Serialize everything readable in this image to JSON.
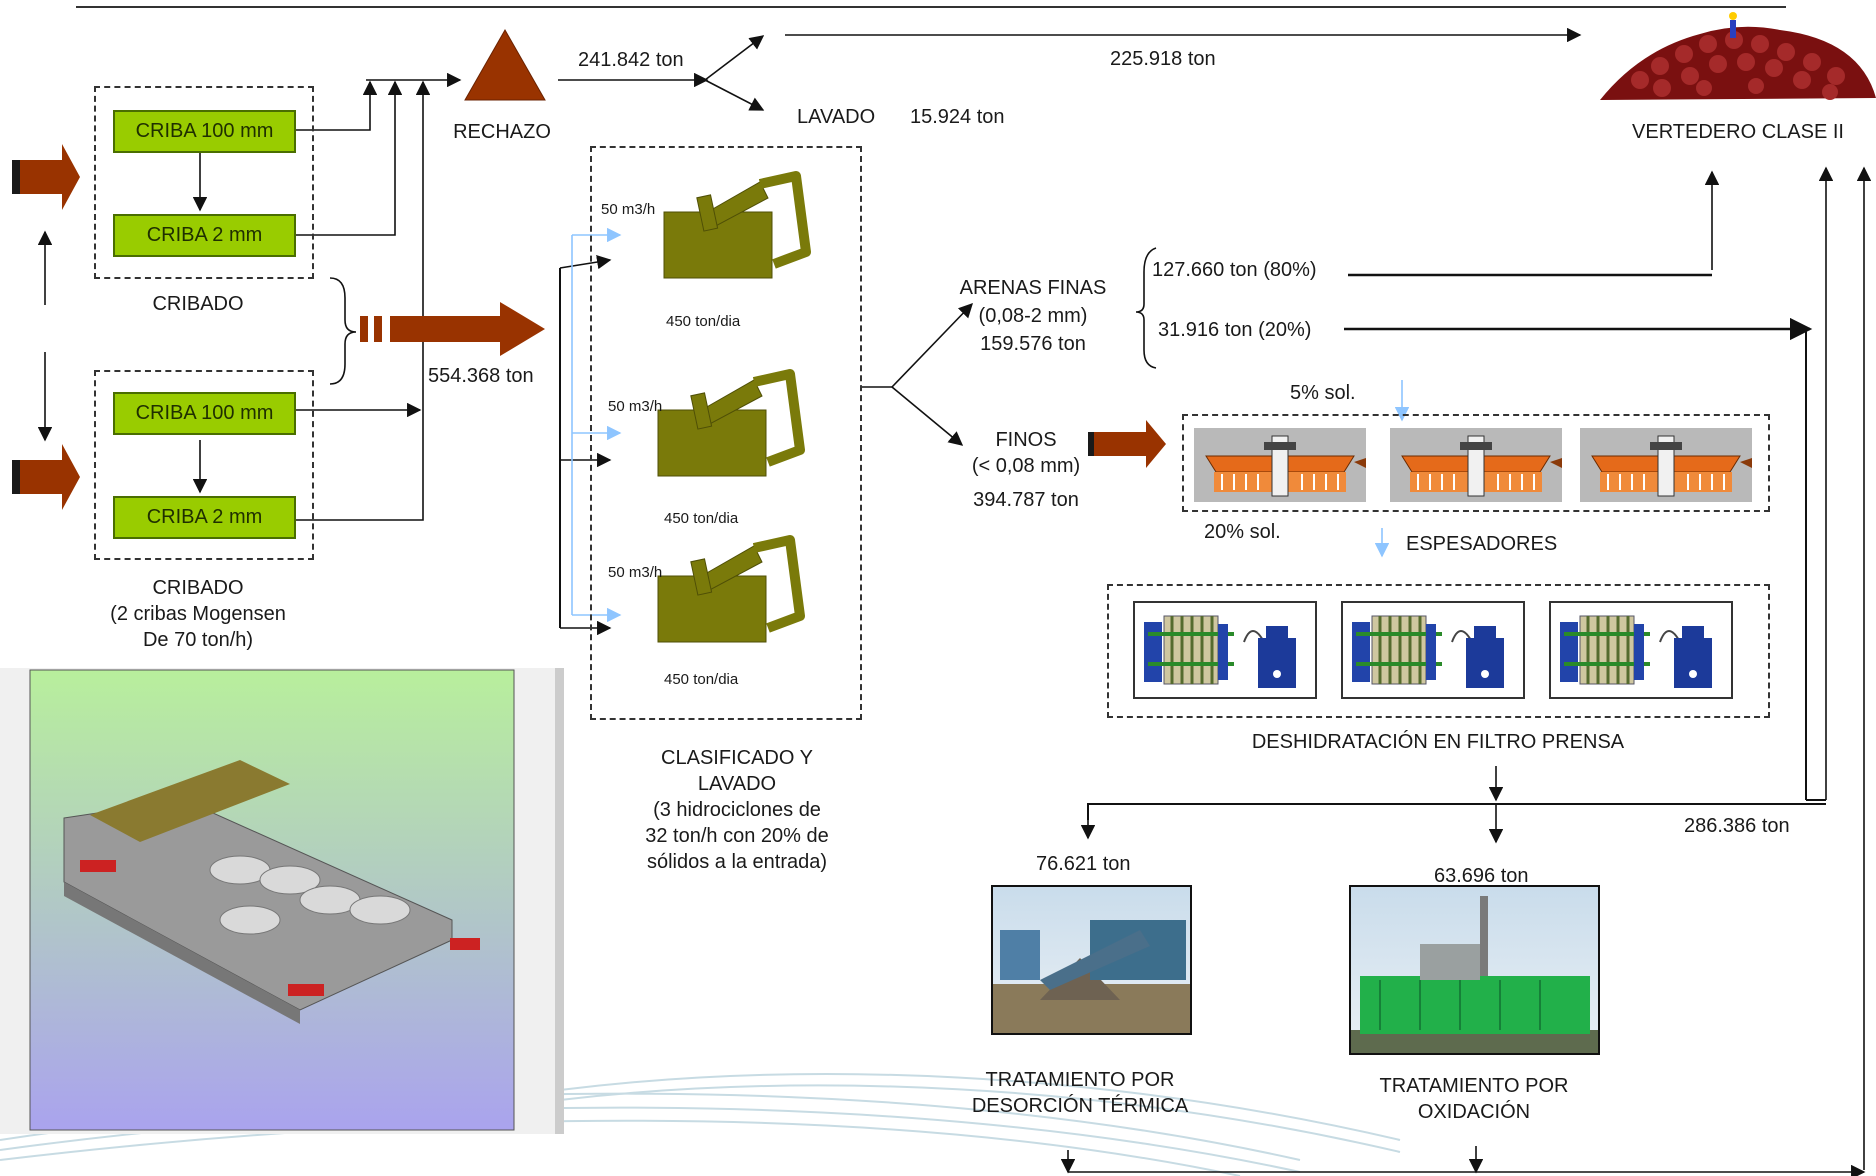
{
  "cribado_top": {
    "criba1": "CRIBA 100 mm",
    "criba2": "CRIBA 2 mm",
    "label": "CRIBADO"
  },
  "cribado_bottom": {
    "criba1": "CRIBA 100 mm",
    "criba2": "CRIBA 2 mm",
    "label_lines": [
      "CRIBADO",
      "(2 cribas Mogensen",
      "De 70 ton/h)"
    ]
  },
  "flow_554": "554.368 ton",
  "rechazo": {
    "label": "RECHAZO",
    "tonnage": "241.842 ton"
  },
  "to_vertedero": "225.918 ton",
  "lavado": {
    "label": "LAVADO",
    "tonnage": "15.924 ton"
  },
  "vertedero": {
    "label": "VERTEDERO CLASE II"
  },
  "hidrociclones": {
    "items": [
      {
        "flow": "50 m3/h",
        "capacity": "450 ton/dia"
      },
      {
        "flow": "50 m3/h",
        "capacity": "450 ton/dia"
      },
      {
        "flow": "50 m3/h",
        "capacity": "450 ton/dia"
      }
    ],
    "caption_lines": [
      "CLASIFICADO Y",
      "LAVADO",
      "(3 hidrociclones de",
      "32 ton/h con 20% de",
      "sólidos a la entrada)"
    ]
  },
  "arenas_finas": {
    "lines": [
      "ARENAS FINAS",
      "(0,08-2 mm)",
      "159.576 ton"
    ],
    "split_80": "127.660 ton (80%)",
    "split_20": "31.916 ton (20%)"
  },
  "finos": {
    "lines": [
      "FINOS",
      "(< 0,08 mm)",
      "394.787 ton"
    ]
  },
  "espesadores": {
    "inlet_solids": "5% sol.",
    "outlet_solids": "20% sol.",
    "label": "ESPESADORES"
  },
  "filtro_prensa": {
    "label": "DESHIDRATACIÓN EN FILTRO PRENSA"
  },
  "flow_286": "286.386 ton",
  "desorcion": {
    "tonnage": "76.621 ton",
    "label_lines": [
      "TRATAMIENTO POR",
      "DESORCIÓN TÉRMICA"
    ]
  },
  "oxidacion": {
    "tonnage": "63.696 ton",
    "label_lines": [
      "TRATAMIENTO POR",
      "OXIDACIÓN"
    ]
  },
  "colors": {
    "arrow_fill": "#993300",
    "criba_fill": "#99cc00",
    "hydrocyclone": "#7a7a0a",
    "water_line": "#99ccff"
  },
  "icons": [
    "input-flow-arrow",
    "rechazo-triangle-icon",
    "landfill-pile-icon",
    "hydrocyclone-icon",
    "thickener-icon",
    "filter-press-icon",
    "plant-3d-render",
    "thermal-desorption-photo",
    "oxidation-plant-photo"
  ]
}
